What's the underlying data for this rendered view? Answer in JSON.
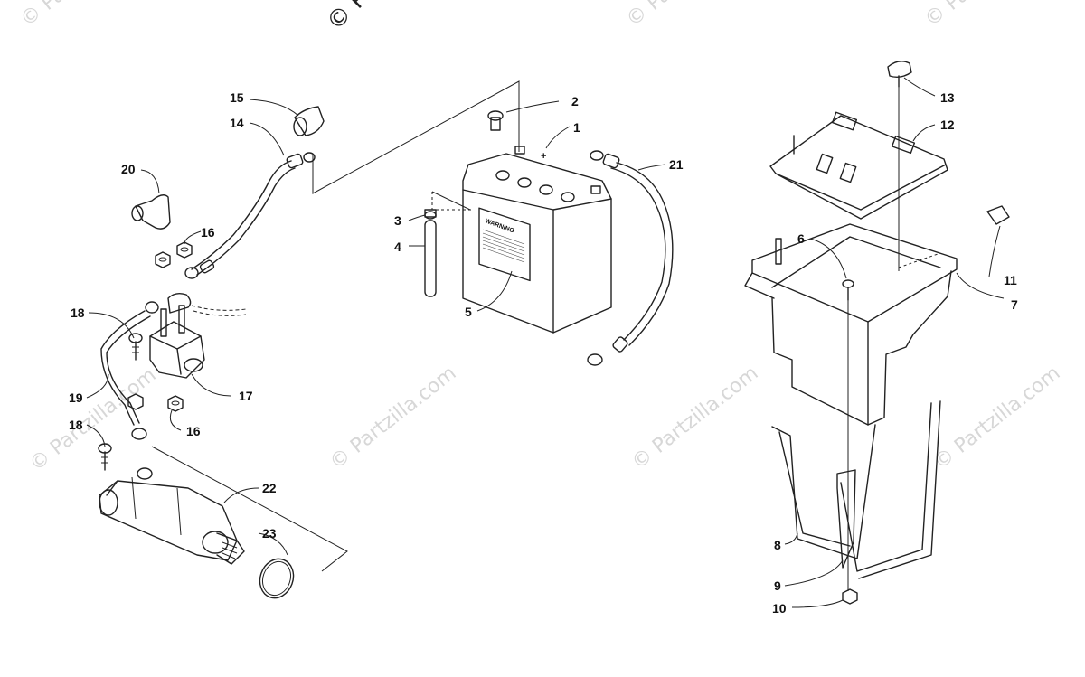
{
  "watermark": {
    "text": "© Partzilla.com",
    "top_fragment": "© Pa"
  },
  "battery_label": "WARNING",
  "battery_terminal_mark": "+",
  "callouts": [
    {
      "id": "c1",
      "label": "1"
    },
    {
      "id": "c2",
      "label": "2"
    },
    {
      "id": "c3",
      "label": "3"
    },
    {
      "id": "c4",
      "label": "4"
    },
    {
      "id": "c5",
      "label": "5"
    },
    {
      "id": "c6",
      "label": "6"
    },
    {
      "id": "c7",
      "label": "7"
    },
    {
      "id": "c8",
      "label": "8"
    },
    {
      "id": "c9",
      "label": "9"
    },
    {
      "id": "c10",
      "label": "10"
    },
    {
      "id": "c11",
      "label": "11"
    },
    {
      "id": "c12",
      "label": "12"
    },
    {
      "id": "c13",
      "label": "13"
    },
    {
      "id": "c14",
      "label": "14"
    },
    {
      "id": "c15",
      "label": "15"
    },
    {
      "id": "c16a",
      "label": "16"
    },
    {
      "id": "c16b",
      "label": "16"
    },
    {
      "id": "c17",
      "label": "17"
    },
    {
      "id": "c18a",
      "label": "18"
    },
    {
      "id": "c18b",
      "label": "18"
    },
    {
      "id": "c19",
      "label": "19"
    },
    {
      "id": "c20",
      "label": "20"
    },
    {
      "id": "c21",
      "label": "21"
    },
    {
      "id": "c22",
      "label": "22"
    },
    {
      "id": "c23",
      "label": "23"
    }
  ]
}
